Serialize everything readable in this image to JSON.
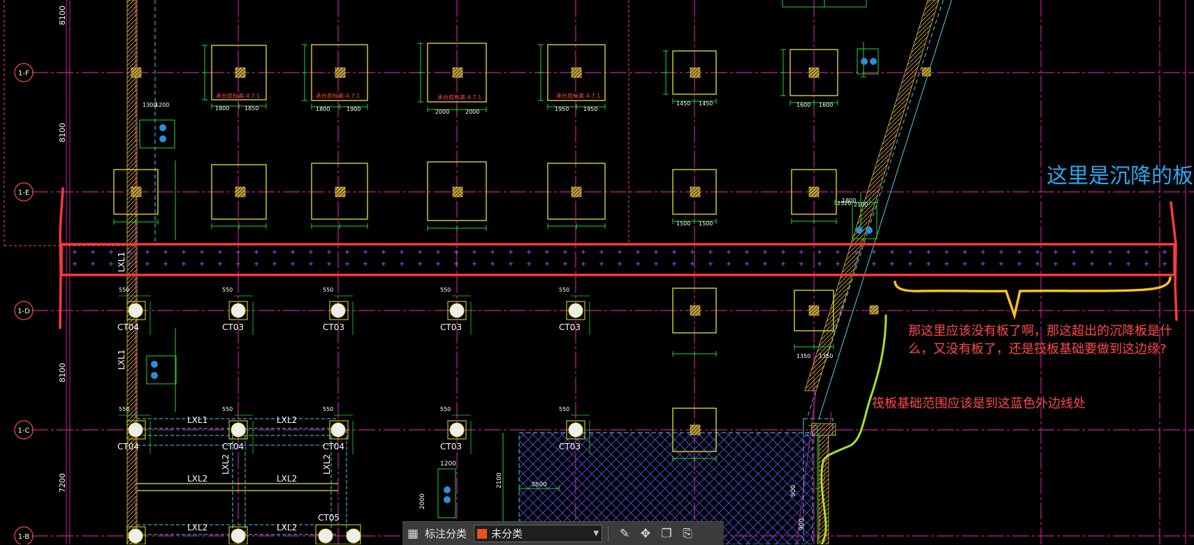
{
  "drawing": {
    "axis_labels": [
      "1-F",
      "1-E",
      "1-D",
      "1-C",
      "1-B"
    ],
    "left_dims": [
      "8100",
      "8100",
      "8100",
      "7200"
    ],
    "bottom_row": {
      "cap_labels": [
        "CT04",
        "CT03",
        "CT03",
        "CT03",
        "CT03"
      ],
      "cap_dim": "550",
      "beam_labels": [
        "LXL1",
        "LXL1",
        "LXL1"
      ]
    },
    "rowC": {
      "cap_labels": [
        "CT04",
        "CT04",
        "CT04",
        "CT03",
        "CT03"
      ]
    },
    "lower": {
      "beam_labels": [
        "LXL2",
        "LXL2",
        "LXL2",
        "LXL2",
        "LXL2",
        "LXL2",
        "LXL2"
      ],
      "cap_labels": [
        "CT05"
      ],
      "dims": [
        "3800",
        "2100",
        "1200",
        "2000",
        "900",
        "900"
      ]
    },
    "footing_labels": [
      "承台底标高-4.7.1",
      "承台底标高-4.7.1",
      "承台底标高-4.7.1",
      "承台底标高-4.7.1"
    ],
    "footing_dims": [
      "1800",
      "1850",
      "1800",
      "1900",
      "2000",
      "2000",
      "1950",
      "1950",
      "1450",
      "1450",
      "1600",
      "1600",
      "1500",
      "1500",
      "1350",
      "1350",
      "1300",
      "1200",
      "2520",
      "2100",
      "1800"
    ],
    "colors": {
      "grid": "#c8209b",
      "footing": "#e6e62a",
      "dimension": "#20d830",
      "wall": "#4fd0e8",
      "markup_red": "#ff4a4a",
      "markup_yellow": "#ffc21a",
      "markup_green": "#a8e02a"
    }
  },
  "annotations": {
    "slab_note": "这里是沉降的板",
    "question_note": "那这里应该没有板了啊，那这超出的沉降板是什么，又没有板了，还是筏板基础要做到这边缘?",
    "raft_note": "筏板基础范围应该是到这蓝色外边线处"
  },
  "toolbar": {
    "layers_icon": "layers-icon",
    "category_label": "标注分类",
    "category_value": "未分类",
    "category_color": "#e8541a",
    "tools": [
      "edit-icon",
      "move-icon",
      "copy-icon",
      "paste-icon"
    ]
  }
}
